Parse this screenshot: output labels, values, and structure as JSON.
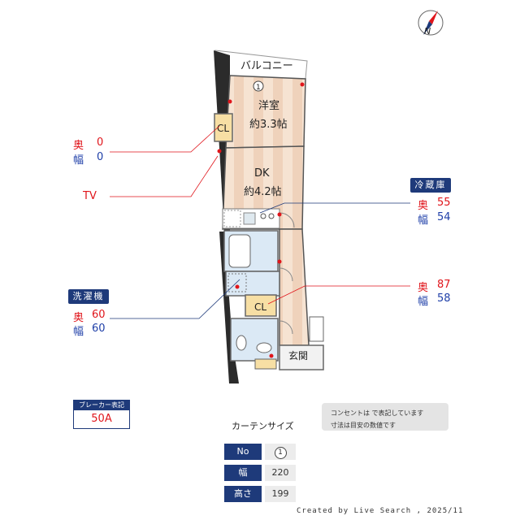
{
  "compass": {
    "letter": "N"
  },
  "rooms": {
    "balcony": "バルコニー",
    "western_name": "洋室",
    "western_size": "約3.3帖",
    "dk_name": "DK",
    "dk_size": "約4.2帖",
    "cl_upper": "CL",
    "cl_lower": "CL",
    "genkan": "玄関",
    "window_no": "1"
  },
  "dimensions_cl_upper": {
    "depth_label": "奥",
    "depth": "0",
    "width_label": "幅",
    "width": "0"
  },
  "tv_label": "TV",
  "fridge": {
    "tag": "冷蔵庫",
    "depth_label": "奥",
    "depth": "55",
    "width_label": "幅",
    "width": "54"
  },
  "cl_lower_dims": {
    "depth_label": "奥",
    "depth": "87",
    "width_label": "幅",
    "width": "58"
  },
  "washer": {
    "tag": "洗濯機",
    "depth_label": "奥",
    "depth": "60",
    "width_label": "幅",
    "width": "60"
  },
  "breaker": {
    "label": "ブレーカー表記",
    "value": "50A"
  },
  "notes": {
    "line1": "コンセントは  で表記しています",
    "line2": "寸法は目安の数値です"
  },
  "curtain": {
    "title": "カーテンサイズ",
    "rows": [
      {
        "header": "No",
        "value": "1"
      },
      {
        "header": "幅",
        "value": "220"
      },
      {
        "header": "高さ",
        "value": "199"
      }
    ]
  },
  "footer": {
    "credit": "Created by Live Search , 2025/11"
  },
  "colors": {
    "navy": "#1e3a7a",
    "red": "#e0151b",
    "blue": "#1f3fa8",
    "wall": "#2b2b2b",
    "floor": "#f3dcc9"
  }
}
